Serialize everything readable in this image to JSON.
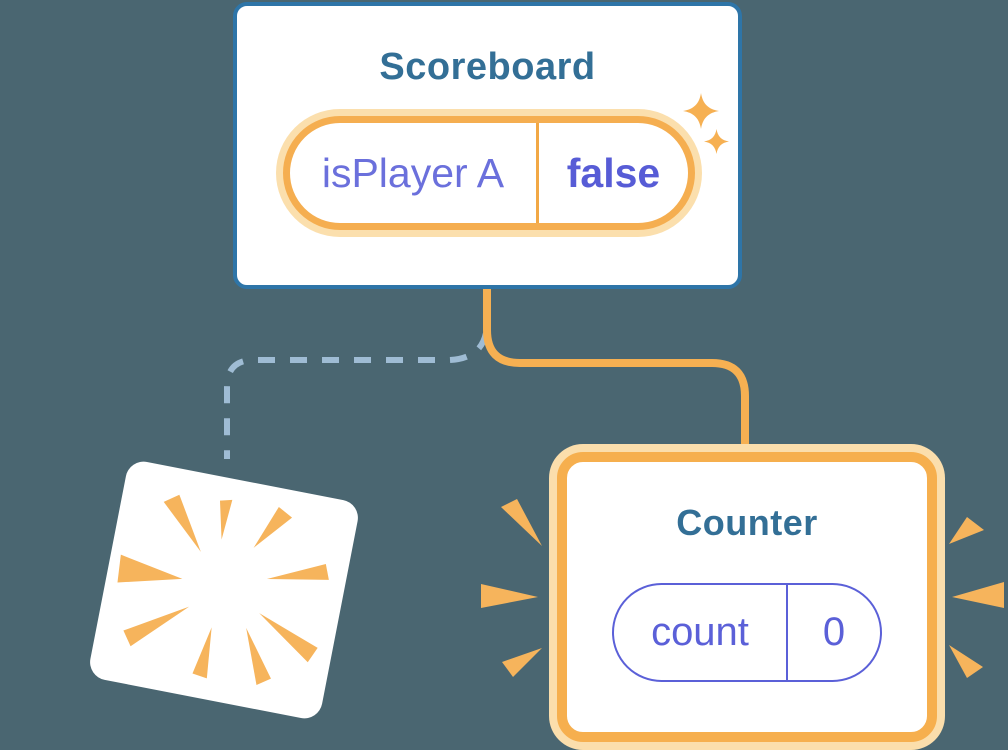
{
  "illustration": {
    "description": "React state preservation diagram: Scoreboard component keeps its state while the old Counter is destroyed and a new Counter with fresh state is created"
  },
  "scoreboard": {
    "title": "Scoreboard",
    "state": {
      "name": "isPlayer A",
      "value": "false"
    }
  },
  "counter": {
    "title": "Counter",
    "state": {
      "name": "count",
      "value": "0"
    }
  },
  "icons": {
    "sparkles": "new-state-sparkles",
    "explosion": "destroyed-component-burst",
    "emphasis": "recreated-component-burst"
  },
  "colors": {
    "background": "#4A6671",
    "card_border_blue": "#2E75A8",
    "title_teal": "#336F96",
    "accent_orange": "#F6B052",
    "orange_ring": "#F5AE50",
    "orange_halo": "#FBDFAD",
    "state_purple": "#6B70DC",
    "state_purple_strong": "#575CD6",
    "counter_pill_purple": "#5B60D8",
    "dashed_connector_blue": "#9FBCD4",
    "card_white": "#FFFFFF"
  }
}
